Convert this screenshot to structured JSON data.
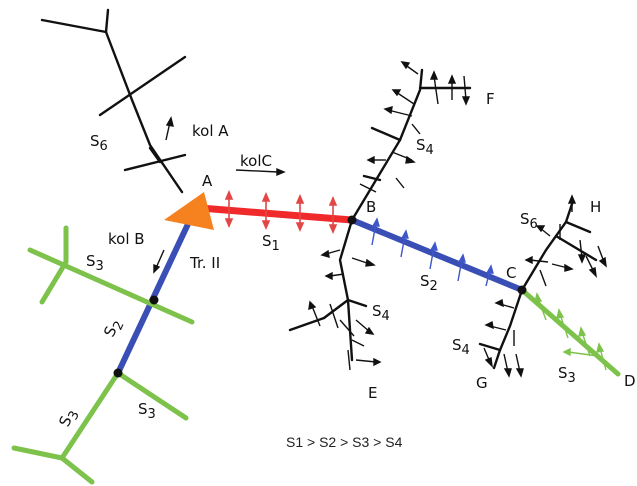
{
  "nodes": {
    "A": "A",
    "B": "B",
    "C": "C",
    "D": "D",
    "E": "E",
    "F": "F",
    "G": "G",
    "H": "H"
  },
  "labels": {
    "kol_a": "kol A",
    "kol_b": "kol  B",
    "kol_c": "kolC",
    "tr2": "Tr. II",
    "s1_main": "S",
    "s1_sub": "1",
    "s2_main": "S",
    "s2_sub": "2",
    "s3_main": "S",
    "s3_sub": "3",
    "s4_main": "S",
    "s4_sub": "4",
    "s6": "S",
    "s6_sub": "6"
  },
  "legend": "S1 > S2 > S3 > S4",
  "colors": {
    "s1": "#f02a2a",
    "s2": "#3a4fb5",
    "s3": "#7dc24b",
    "tractor": "#f5821f",
    "arrows_red": "#e34646",
    "arrows_blue": "#3f57c8",
    "arrows_green": "#7dc24b",
    "ink": "#111111"
  }
}
